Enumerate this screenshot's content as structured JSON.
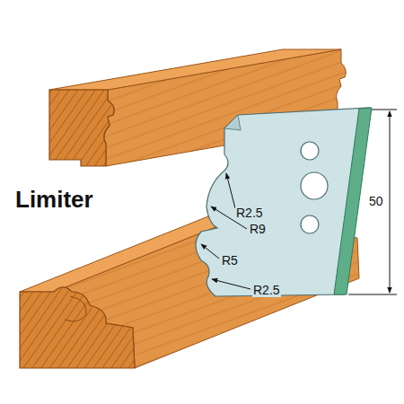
{
  "diagram": {
    "labels": [
      "Limiter",
      "R2.5",
      "R9",
      "R5",
      "R2.5",
      "50"
    ]
  }
}
